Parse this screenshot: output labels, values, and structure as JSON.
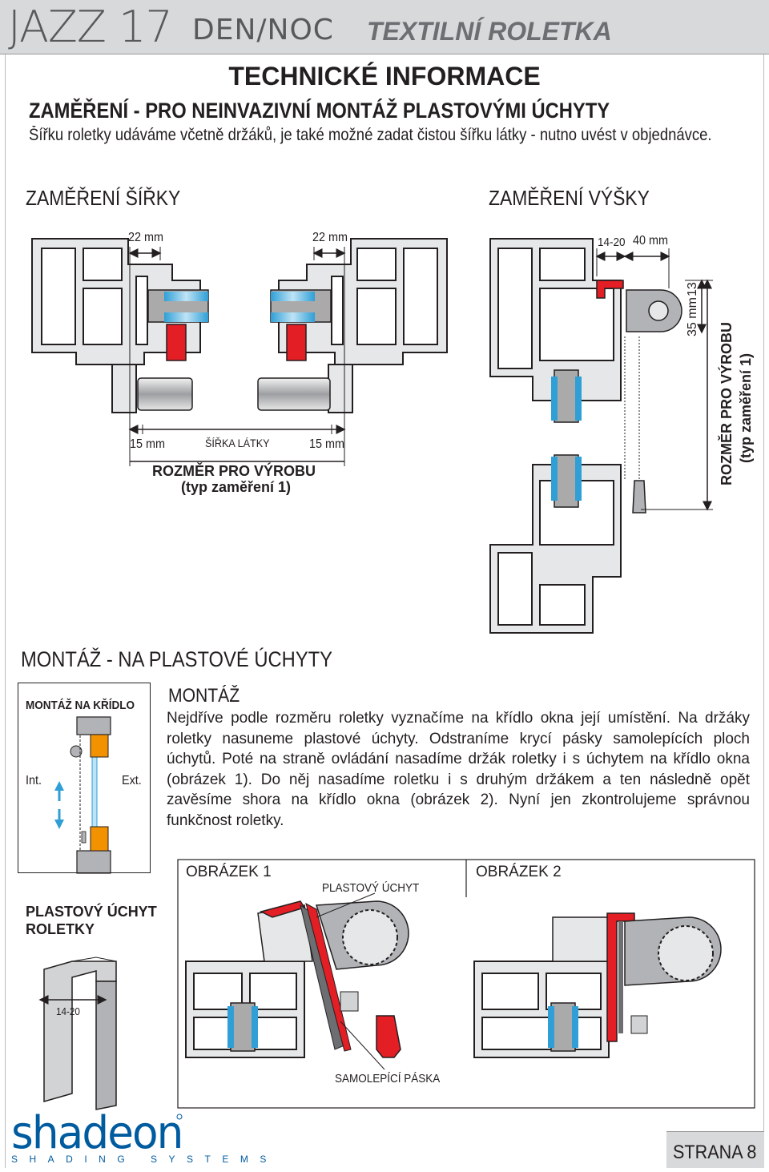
{
  "header": {
    "brand": "JAZZ 17",
    "brand_sub": "DEN/NOC",
    "doc_type": "TEXTILNÍ ROLETKA"
  },
  "title": "TECHNICKÉ INFORMACE",
  "subtitle": "ZAMĚŘENÍ - PRO NEINVAZIVNÍ MONTÁŽ PLASTOVÝMI ÚCHYTY",
  "intro": "Šířku roletky udáváme včetně držáků, je také možné zadat čistou šířku látky - nutno uvést v objednávce.",
  "width_section": {
    "title": "ZAMĚŘENÍ ŠÍŘKY",
    "dim_left": "22 mm",
    "dim_right": "22 mm",
    "side_left": "15 mm",
    "side_right": "15 mm",
    "fabric_width": "ŠÍŘKA LÁTKY",
    "production_size": "ROZMĚR PRO VÝROBU",
    "measure_type": "(typ zaměření 1)"
  },
  "height_section": {
    "title": "ZAMĚŘENÍ VÝŠKY",
    "dim_a": "14-20",
    "dim_b": "40 mm",
    "dim_c": "35 mm",
    "dim_d": "13",
    "production_size": "ROZMĚR PRO VÝROBU",
    "measure_type": "(typ zaměření 1)"
  },
  "mount_section": {
    "title": "MONTÁŽ  - NA PLASTOVÉ ÚCHYTY",
    "box_title": "MONTÁŽ NA KŘÍDLO",
    "int_label": "Int.",
    "ext_label": "Ext.",
    "text_title": "MONTÁŽ",
    "text_body": "Nejdříve podle rozměru roletky vyznačíme na křídlo okna její umístění. Na držáky roletky nasuneme plastové úchyty. Odstraníme krycí pásky samolepících ploch úchytů. Poté na straně ovládání nasadíme držák roletky i s úchytem na křídlo okna (obrázek 1). Do něj nasadíme roletku i s druhým držákem a ten následně opět zavěsíme shora na křídlo okna (obrázek 2). Nyní jen zkontrolujeme správnou funkčnost roletky."
  },
  "clip": {
    "title_line1": "PLASTOVÝ ÚCHYT",
    "title_line2": "ROLETKY",
    "dim": "14-20"
  },
  "figure1": {
    "title": "OBRÁZEK 1",
    "clip_label": "PLASTOVÝ ÚCHYT",
    "tape_label": "SAMOLEPÍCÍ PÁSKA"
  },
  "figure2": {
    "title": "OBRÁZEK 2"
  },
  "footer": {
    "logo": "shadeon",
    "tagline": "SHADING SYSTEMS",
    "page": "STRANA 8"
  },
  "colors": {
    "red": "#e31e24",
    "blue": "#2f9fd6",
    "grey": "#b1b3b6",
    "header": "#d8d9da",
    "orange": "#f39200",
    "logo": "#005b9f"
  }
}
